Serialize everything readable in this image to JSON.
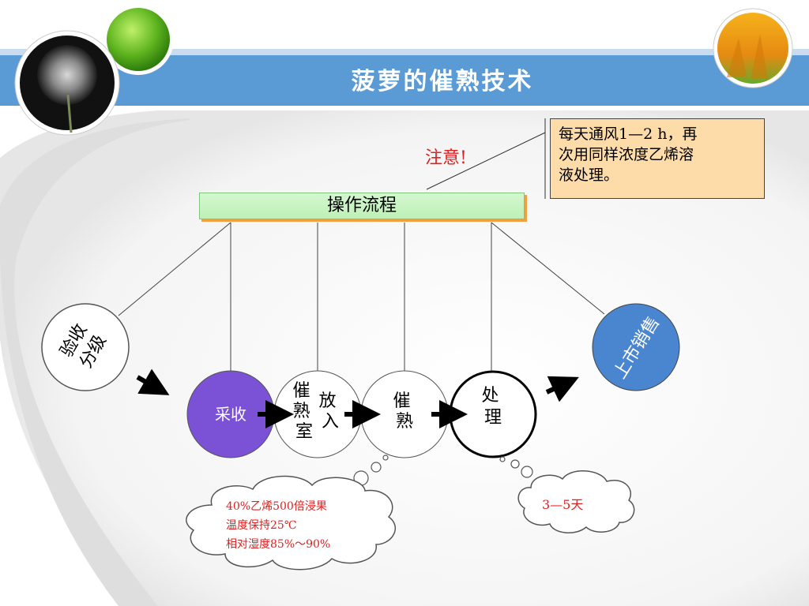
{
  "header": {
    "title": "菠萝的催熟技术"
  },
  "diagram": {
    "flow_title": "操作流程",
    "notice": "注意!",
    "note_lines": [
      "每天通风1—2 h，再",
      "次用同样浓度乙烯溶",
      "液处理。"
    ],
    "steps": {
      "s0": "验收分级",
      "s1": "采收",
      "s2_left": "催熟室",
      "s2_right": "放入",
      "s3": "催熟",
      "s4": "处理",
      "s5": "上市销售"
    },
    "cloud_left": [
      "40%乙烯500倍浸果",
      "温度保持25℃",
      "相对湿度85%～90%"
    ],
    "cloud_right": "3—5天"
  },
  "colors": {
    "title_band": "#5b9bd5",
    "accent_red": "#e02020",
    "purple_circle": "#7b52d6",
    "blue_circle": "#4a86d0",
    "note_fill": "#fddcaa",
    "flow_bar": "#c8f4c0"
  }
}
